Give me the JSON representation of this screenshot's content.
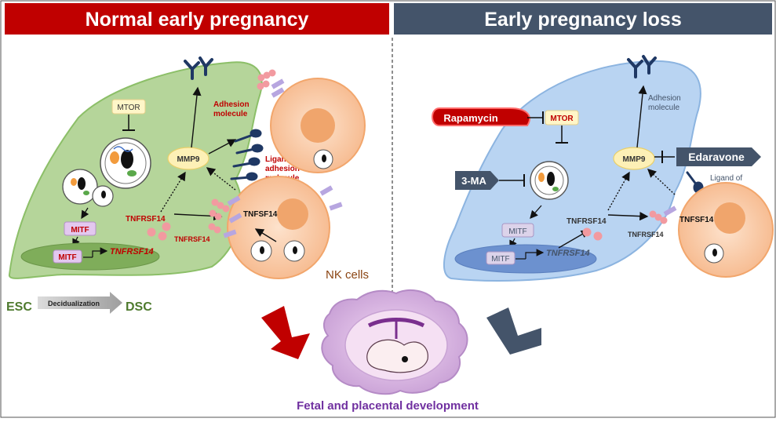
{
  "header": {
    "left_title": "Normal early pregnancy",
    "right_title": "Early pregnancy loss"
  },
  "left": {
    "mtor": "MTOR",
    "mmp9": "MMP9",
    "adhesion_molecule": "Adhesion molecule",
    "ligand_of_adhesion_molecule": "Ligand of adhesion molecule",
    "tnfsf14": "TNFSF14",
    "tnfrsf14": "TNFRSF14",
    "tnfrsf14_lower": "TNFRSF14",
    "mitf_cytoplasm": "MITF",
    "mitf_nucleus": "MITF",
    "tnfrsf14_gene": "TNFRSF14",
    "nk_cells": "NK cells"
  },
  "right": {
    "rapamycin": "Rapamycin",
    "mtor": "MTOR",
    "three_ma": "3-MA",
    "mmp9": "MMP9",
    "edaravone": "Edaravone",
    "adhesion_molecule": "Adhesion molecule",
    "ligand_of_adhesion_molecule": "Ligand of adhesion molecule",
    "tnfrsf14_upper": "TNFRSF14",
    "tnfrsf14_lower": "TNFRSF14",
    "tnfsf14": "TNFSF14",
    "mitf_cytoplasm": "MITF",
    "mitf_nucleus": "MITF",
    "tnfrsf14_gene": "TNFRSF14"
  },
  "legend": {
    "esc": "ESC",
    "decidualization": "Decidualization",
    "dsc": "DSC"
  },
  "bottom": {
    "caption": "Fetal and placental development"
  },
  "colors": {
    "left_header": "#c00000",
    "right_header": "#44546a",
    "stromal_cell_left": "#b5d59a",
    "stromal_cell_right": "#b9d4f2",
    "nk_cell": "#f8c8a4",
    "red_text": "#c00000",
    "caption": "#7030a0",
    "legend_green": "#4e7a2e"
  }
}
